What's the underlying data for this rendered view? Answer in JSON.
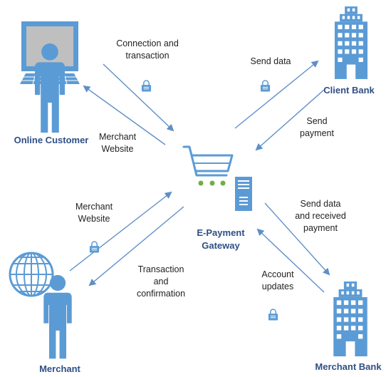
{
  "nodes": {
    "online_customer": "Online Customer",
    "client_bank": "Client Bank",
    "gateway": [
      "E-Payment",
      "Gateway"
    ],
    "merchant": "Merchant",
    "merchant_bank": "Merchant Bank"
  },
  "flows": {
    "connection_transaction": [
      "Connection and",
      "transaction"
    ],
    "customer_merchant_website": [
      "Merchant",
      "Website"
    ],
    "send_data": "Send data",
    "send_payment": [
      "Send",
      "payment"
    ],
    "merchant_website": [
      "Merchant",
      "Website"
    ],
    "transaction_confirmation": [
      "Transaction",
      "and",
      "confirmation"
    ],
    "send_data_received_payment": [
      "Send data",
      "and received",
      "payment"
    ],
    "account_updates": [
      "Account",
      "updates"
    ]
  },
  "icons": {
    "customer_terminal": "computer-monitor-icon",
    "customer_person": "person-icon",
    "merchant_globe": "globe-icon",
    "merchant_person": "person-icon",
    "bank_building": "bank-building-icon",
    "shopping_cart": "shopping-cart-icon",
    "server": "server-icon",
    "lock": "padlock-icon"
  },
  "colors": {
    "icon_blue": "#5b9bd5",
    "arrow_blue": "#5f8fc9",
    "node_text": "#2f4f86",
    "cart_wheel": "#70ad47",
    "screen_gray": "#bfbfbf"
  }
}
